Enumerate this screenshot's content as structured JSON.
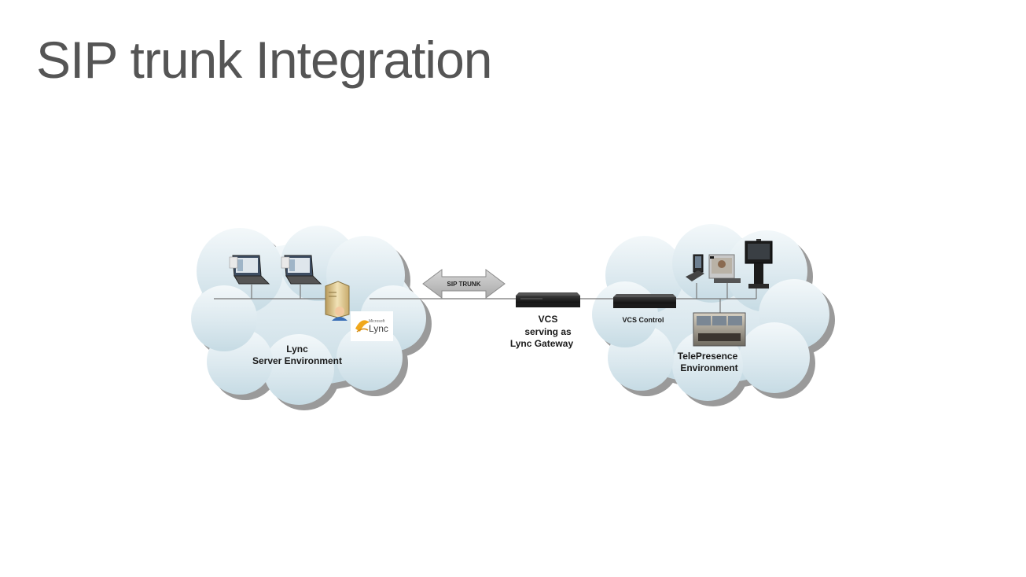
{
  "slide": {
    "title": "SIP trunk Integration"
  },
  "diagram": {
    "lync_env": {
      "line1": "Lync",
      "line2": "Server Environment"
    },
    "lync_logo": {
      "small": "Microsoft",
      "big": "Lync"
    },
    "sip_trunk": {
      "label": "SIP TRUNK"
    },
    "vcs_gateway": {
      "line1": "VCS",
      "line2": "serving as",
      "line3": "Lync Gateway"
    },
    "vcs_control": {
      "label": "VCS Control"
    },
    "telepresence_env": {
      "line1": "TelePresence",
      "line2": "Environment"
    }
  }
}
